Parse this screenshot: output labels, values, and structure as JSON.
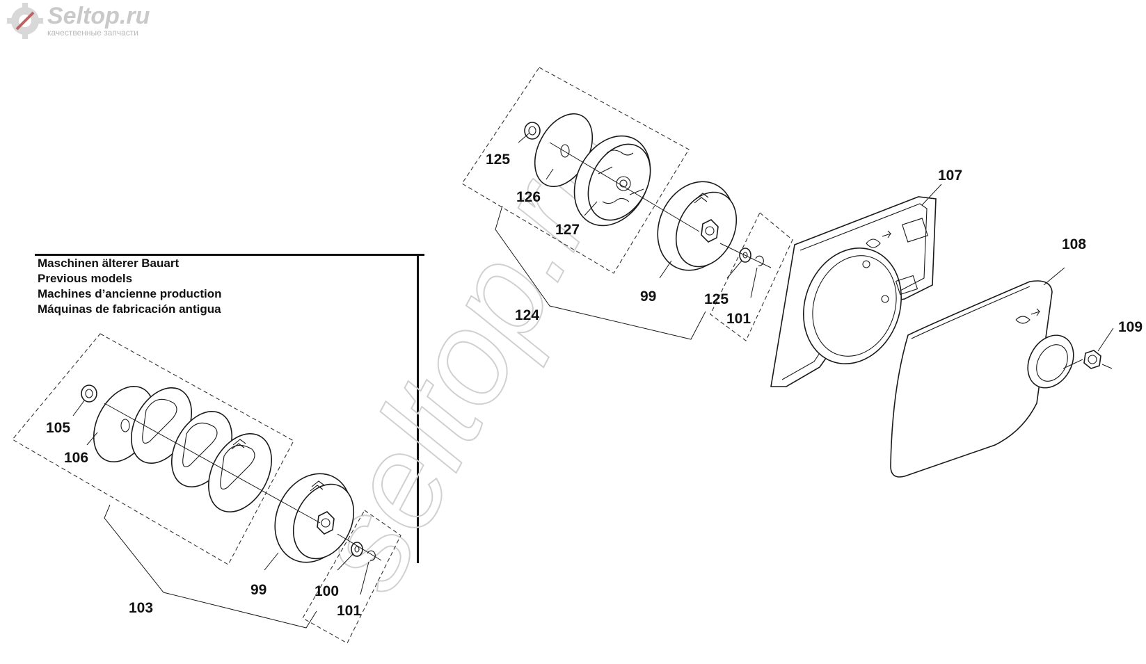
{
  "logo": {
    "name": "Seltop.ru",
    "tagline": "качественные запчасти"
  },
  "legend": {
    "lines": [
      "Maschinen älterer Bauart",
      "Previous models",
      "Machines d’ancienne production",
      "Máquinas de fabricación antigua"
    ]
  },
  "callouts": {
    "c125a": "125",
    "c126": "126",
    "c127": "127",
    "c124": "124",
    "c99a": "99",
    "c125b": "125",
    "c101a": "101",
    "c107": "107",
    "c108": "108",
    "c109": "109",
    "c105": "105",
    "c106": "106",
    "c103": "103",
    "c99b": "99",
    "c100": "100",
    "c101b": "101"
  },
  "colors": {
    "line": "#1a1a1a",
    "watermark": "#d0d0d0"
  }
}
